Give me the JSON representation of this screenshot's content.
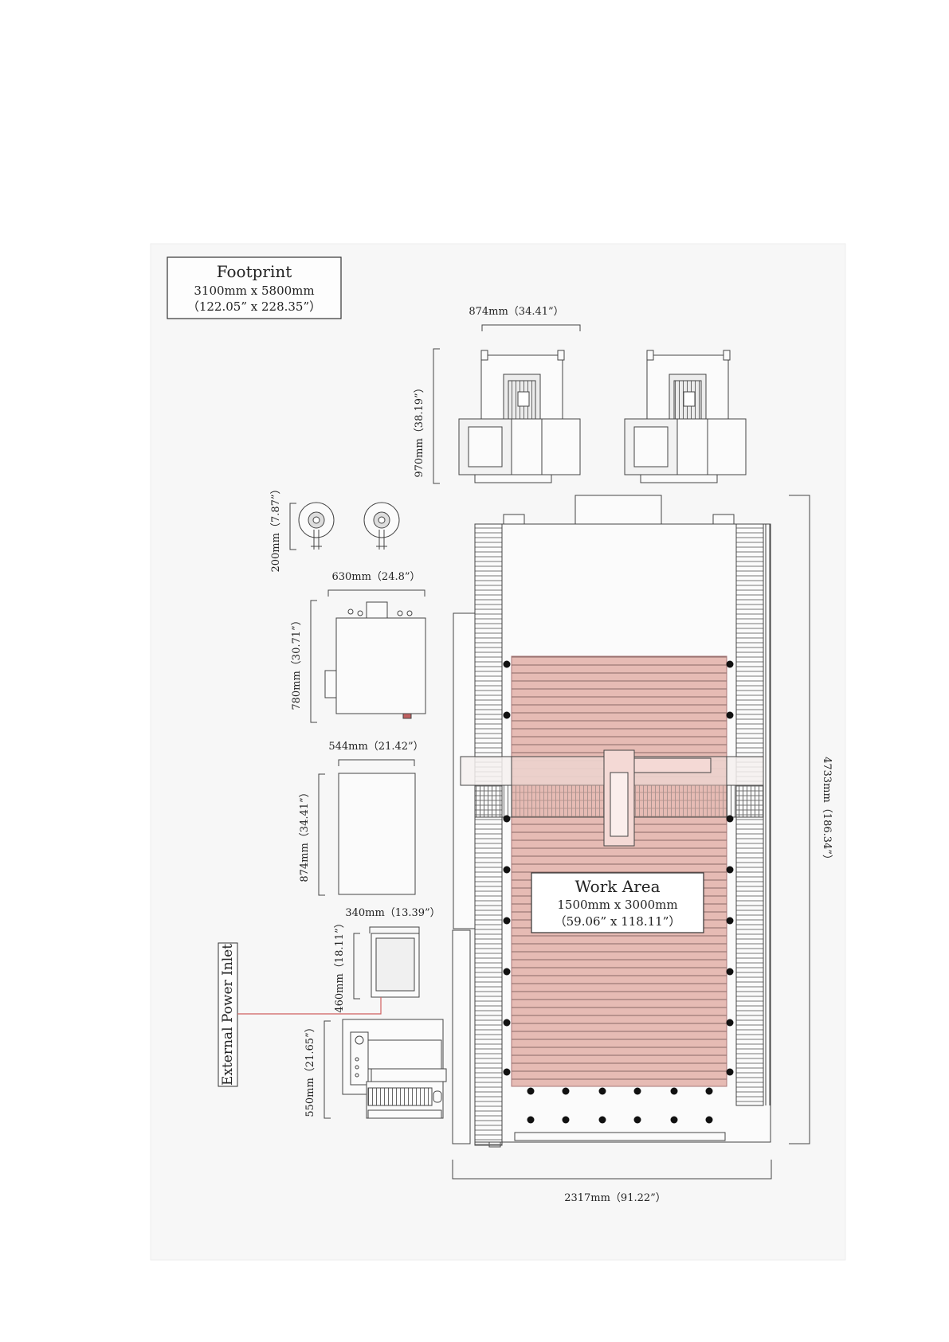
{
  "footprint": {
    "title": "Footprint",
    "size_mm": "3100mm x 5800mm",
    "size_in": "（122.05” x 228.35”）"
  },
  "work_area": {
    "title": "Work Area",
    "size_mm": "1500mm x 3000mm",
    "size_in": "（59.06” x 118.11”）"
  },
  "external_power_label": "External Power Inlet",
  "dimensions": {
    "motor_width": "874mm（34.41”）",
    "motor_height": "970mm（38.19”）",
    "reel_diameter": "200mm（7.87”）",
    "chiller_width": "630mm（24.8”）",
    "chiller_height": "780mm（30.71”）",
    "cabinet_width": "544mm（21.42”）",
    "cabinet_height": "874mm（34.41”）",
    "screen_width": "340mm（13.39”）",
    "screen_height": "460mm（18.11”）",
    "console_height": "550mm（21.65”）",
    "machine_length": "4733mm（186.34”）",
    "machine_width": "2317mm（91.22”）"
  },
  "colors": {
    "line": "#444444",
    "background": "#f7f7f7",
    "work_area_fill": "#e6bbb4",
    "power_line": "#d06060"
  }
}
